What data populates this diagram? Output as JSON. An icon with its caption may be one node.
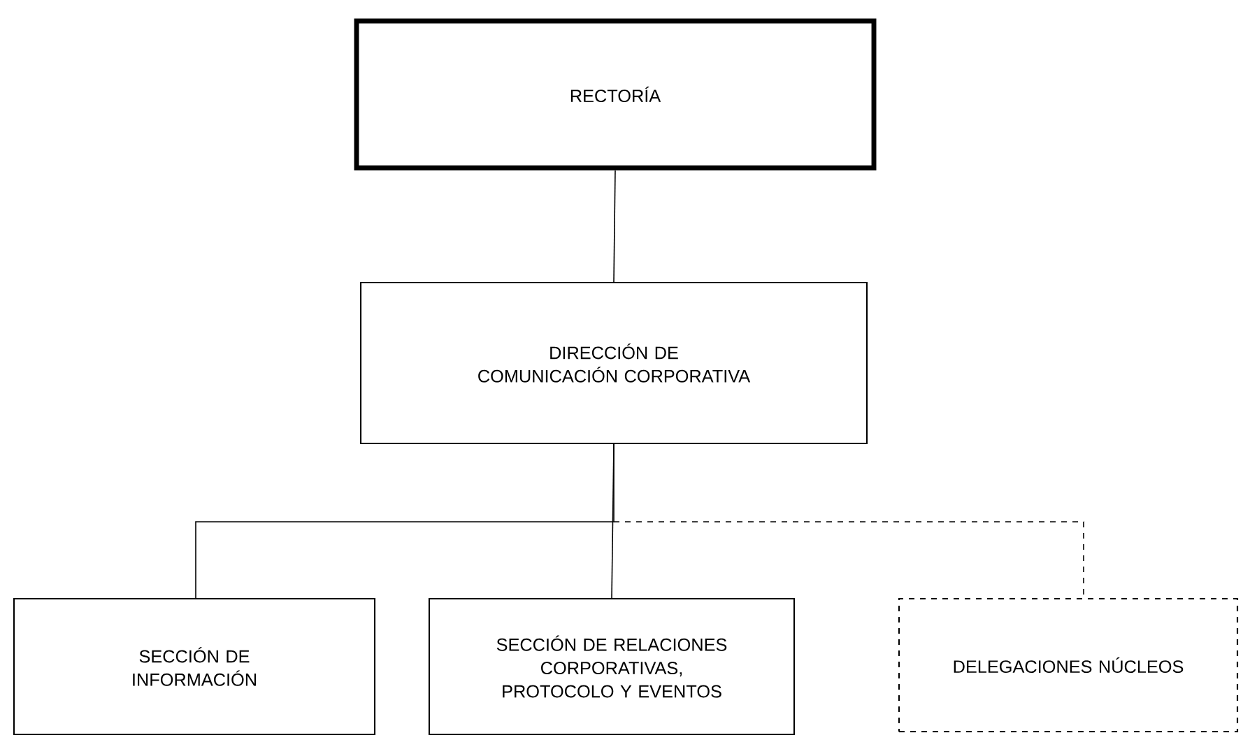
{
  "diagram": {
    "nodes": [
      {
        "text": [
          "RECTORÍA"
        ]
      },
      {
        "text": [
          "DIRECCIÓN DE COMUNICACIÓN CORPORATIVA"
        ]
      },
      {
        "text": [
          "SECCIÓN DE INFORMACIÓN"
        ]
      },
      {
        "text": [
          "SECCIÓN DE RELACIONES CORPORATIVAS, PROTOCOLO Y EVENTOS"
        ]
      },
      {
        "text": [
          "DELEGACIONES NÚCLEOS"
        ]
      }
    ],
    "edges": [
      {
        "from": 0,
        "to": 1,
        "arrow": "none"
      },
      {
        "from": 1,
        "to": 2,
        "arrow": "none"
      },
      {
        "from": 1,
        "to": 3,
        "arrow": "none"
      },
      {
        "from": 1,
        "to": 4,
        "arrow": "none",
        "style": "dashed"
      }
    ]
  }
}
